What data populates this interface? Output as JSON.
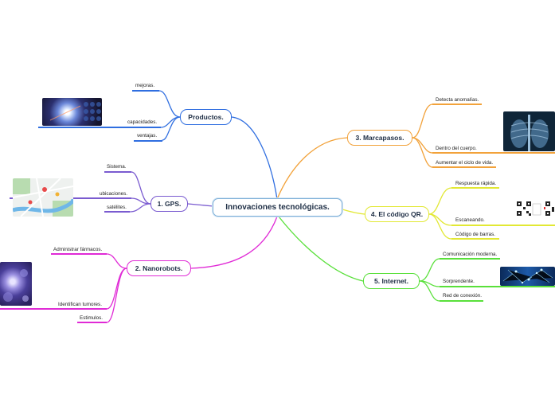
{
  "central": "Innovaciones tecnológicas.",
  "colors": {
    "productos": "#2f6ee0",
    "gps": "#7a5bd0",
    "nano": "#e02ad6",
    "marca": "#f2a23a",
    "qr": "#e2e833",
    "internet": "#59e03a",
    "central_border": "#7fb0d8"
  },
  "branches": {
    "productos": {
      "label": "Productos.",
      "leaves": [
        "mejoras.",
        "capacidades.",
        "ventajas."
      ],
      "image": "light-burst-image"
    },
    "gps": {
      "label": "1. GPS.",
      "leaves": [
        "Sistema.",
        "ubicaciones.",
        "satélites."
      ],
      "image": "map-image"
    },
    "nano": {
      "label": "2. Nanorobots.",
      "leaves": [
        "Administrar fármacos.",
        "Identifican tumores.",
        "Estimulos."
      ],
      "image": "nanorobot-image"
    },
    "marca": {
      "label": "3. Marcapasos.",
      "leaves": [
        "Detecta anomalías.",
        "Dentro del cuerpo.",
        "Aumentar el ciclo de vida."
      ],
      "image": "xray-image"
    },
    "qr": {
      "label": "4.  El código QR.",
      "leaves": [
        "Respuesta rápida.",
        "Escaneando.",
        "Código de barras."
      ],
      "image": "qr-code-image"
    },
    "internet": {
      "label": "5.  Internet.",
      "leaves": [
        "Comunicación moderna.",
        "Sorprendente.",
        "Red de conexión."
      ],
      "image": "network-image"
    }
  }
}
